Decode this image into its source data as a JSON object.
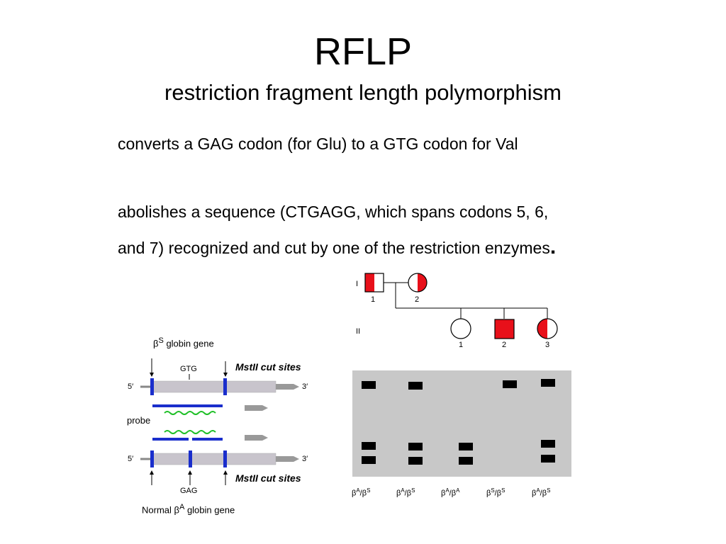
{
  "slide": {
    "title": "RFLP",
    "subtitle": "restriction fragment length polymorphism",
    "line1": "converts a GAG codon (for Glu) to a GTG codon for Val",
    "line2": "abolishes a sequence (CTGAGG, which spans codons 5, 6,",
    "line3": "and 7) recognized and cut by one of the restriction enzymes",
    "line3_end": "."
  },
  "gene_figure": {
    "top_gene_label_prefix": "β",
    "top_gene_label_sup": "S",
    "top_gene_label_suffix": " globin gene",
    "codon_mutant": "GTG",
    "codon_normal": "GAG",
    "cut_sites_label": "MstII cut sites",
    "five_prime": "5′",
    "three_prime": "3′",
    "probe_label": "probe",
    "bottom_gene_label_prefix": "Normal β",
    "bottom_gene_label_sup": "A",
    "bottom_gene_label_suffix": " globin gene",
    "colors": {
      "gene_bar": "#c8c4cc",
      "cut_site": "#1a2ecc",
      "probe": "#22c02a",
      "arrow": "#888888"
    }
  },
  "pedigree": {
    "generation_1": "I",
    "generation_2": "II",
    "gen1_numbers": [
      "1",
      "2"
    ],
    "gen2_numbers": [
      "1",
      "2",
      "3"
    ],
    "affected_color": "#e8101a"
  },
  "gel": {
    "lane_genotypes": [
      {
        "a": "A",
        "b": "S"
      },
      {
        "a": "A",
        "b": "S"
      },
      {
        "a": "A",
        "b": "A"
      },
      {
        "a": "S",
        "b": "S"
      },
      {
        "a": "A",
        "b": "S"
      }
    ],
    "bands": [
      {
        "lane": 1,
        "upper": true,
        "lower": true
      },
      {
        "lane": 2,
        "upper": true,
        "lower": true
      },
      {
        "lane": 3,
        "upper": false,
        "lower": true
      },
      {
        "lane": 4,
        "upper": true,
        "lower": false
      },
      {
        "lane": 5,
        "upper": true,
        "lower": true
      }
    ],
    "background_color": "#c8c8c8"
  }
}
